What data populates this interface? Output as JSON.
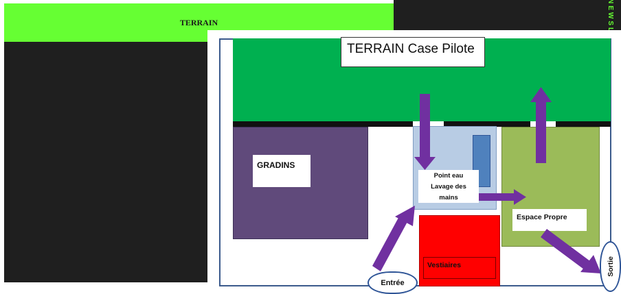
{
  "banner": {
    "title": "TERRAIN",
    "side_text": "NEWSLET"
  },
  "diagram": {
    "terrain_title": "TERRAIN Case Pilote",
    "gradins": "GRADINS",
    "point_eau": {
      "line1": "Point eau",
      "line2": "Lavage des",
      "line3": "mains"
    },
    "espace_propre": "Espace Propre",
    "vestiaires": "Vestiaires",
    "entree": "Entrée",
    "sortie": "Sortie"
  },
  "colors": {
    "banner_green": "#66ff33",
    "terrain_green": "#00b050",
    "gradins_purple": "#604a7b",
    "point_eau_blue": "#b8cce4",
    "espace_propre_green": "#9bbb59",
    "vestiaires_red": "#ff0000",
    "arrow_purple": "#7030a0",
    "outline_blue": "#2f5597"
  },
  "icons": [
    "arrow-down-icon",
    "arrow-up-icon",
    "arrow-right-icon",
    "arrow-diagonal-up-icon",
    "arrow-diagonal-down-icon"
  ]
}
